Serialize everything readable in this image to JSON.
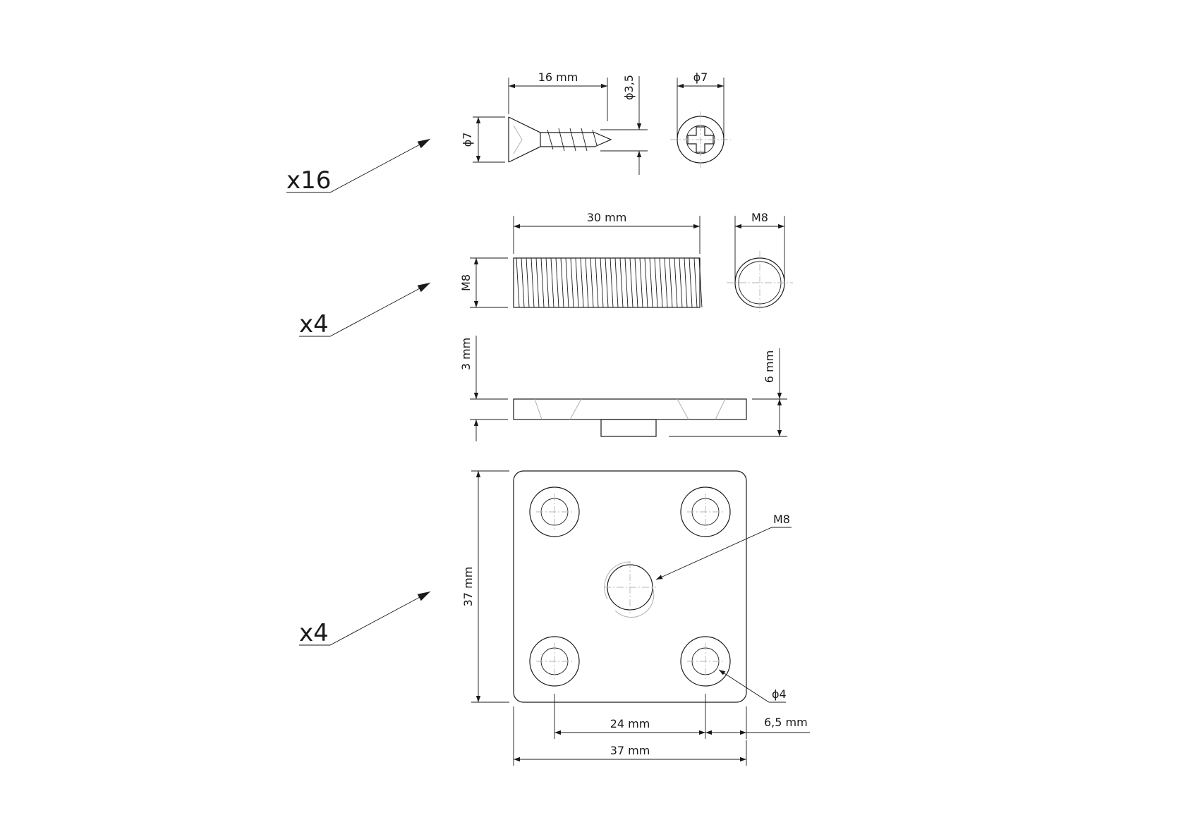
{
  "quantities": {
    "screw": "x16",
    "stud": "x4",
    "plate": "x4"
  },
  "screw": {
    "length": "16 mm",
    "shank_diameter": "ϕ3,5",
    "head_diameter": "ϕ7",
    "end_head_diameter": "ϕ7"
  },
  "stud": {
    "length": "30 mm",
    "thread": "M8",
    "end_thread": "M8"
  },
  "plate": {
    "side_thickness": "3 mm",
    "total_height": "6 mm",
    "height": "37 mm",
    "width": "37 mm",
    "hole_spacing": "24 mm",
    "edge_offset": "6,5 mm",
    "center_thread": "M8",
    "hole_diameter": "ϕ4"
  }
}
